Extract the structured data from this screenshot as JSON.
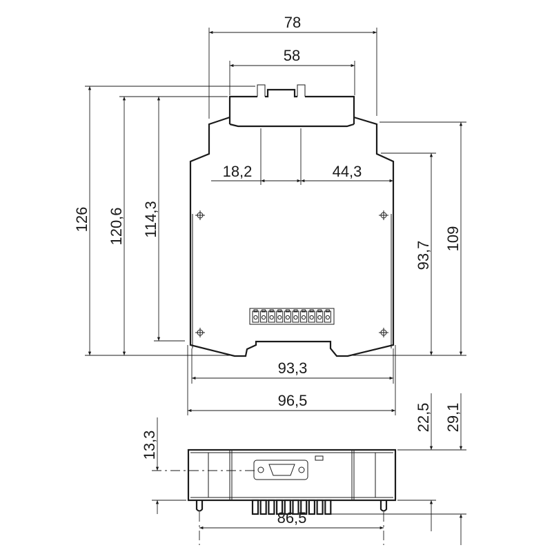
{
  "drawing": {
    "front_view": {
      "dims": {
        "overall_width_top": "78",
        "module_width": "58",
        "left_offset": "18,2",
        "right_offset": "44,3",
        "height_total": "126",
        "height_mid": "120,6",
        "height_inner": "114,3",
        "height_right": "109",
        "height_right_inner": "93,7",
        "width_inner": "93,3",
        "width_outer": "96,5"
      },
      "terminal_count": 10
    },
    "bottom_view": {
      "dims": {
        "depth_left": "13,3",
        "depth_body": "22,5",
        "depth_total": "29,1",
        "pin_spacing": "86,5"
      }
    }
  }
}
